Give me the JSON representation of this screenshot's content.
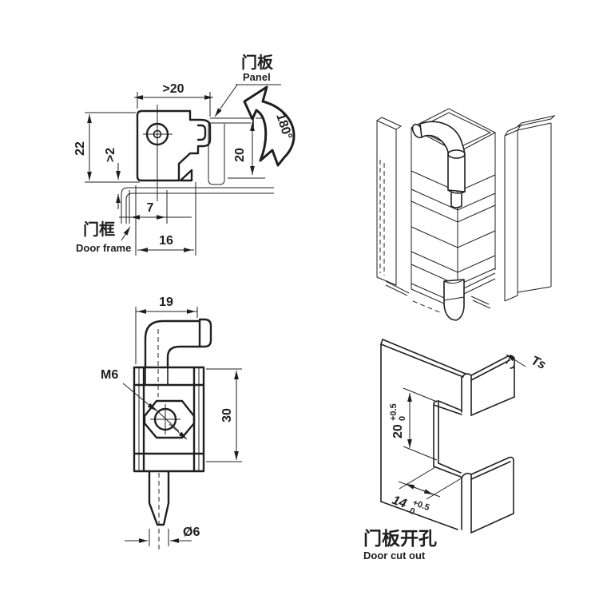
{
  "drawing": {
    "background": "#ffffff",
    "line_color": "#1f1f1f",
    "views": {
      "section": {
        "panel_label_cn": "门板",
        "panel_label_en": "Panel",
        "frame_label_cn": "门框",
        "frame_label_en": "Door frame",
        "rotation_angle": "180°",
        "dims": {
          "top_width": ">20",
          "overall_height": "22",
          "min_gap": ">2",
          "panel_edge_height": "20",
          "pivot_offset": "7",
          "depth": "16"
        }
      },
      "isometric": {
        "description": "assembled hinge isometric view"
      },
      "front": {
        "dims": {
          "width": "19",
          "thread": "M6",
          "height": "30",
          "pin_diameter": "Ø6"
        }
      },
      "cutout": {
        "label_cn": "门板开孔",
        "label_en": "Door cut out",
        "dims": {
          "thickness": "Ts",
          "height": "20",
          "height_tol_upper": "+0.5",
          "height_tol_lower": "0",
          "width": "14",
          "width_tol_upper": "+0.5",
          "width_tol_lower": "0"
        }
      }
    }
  }
}
